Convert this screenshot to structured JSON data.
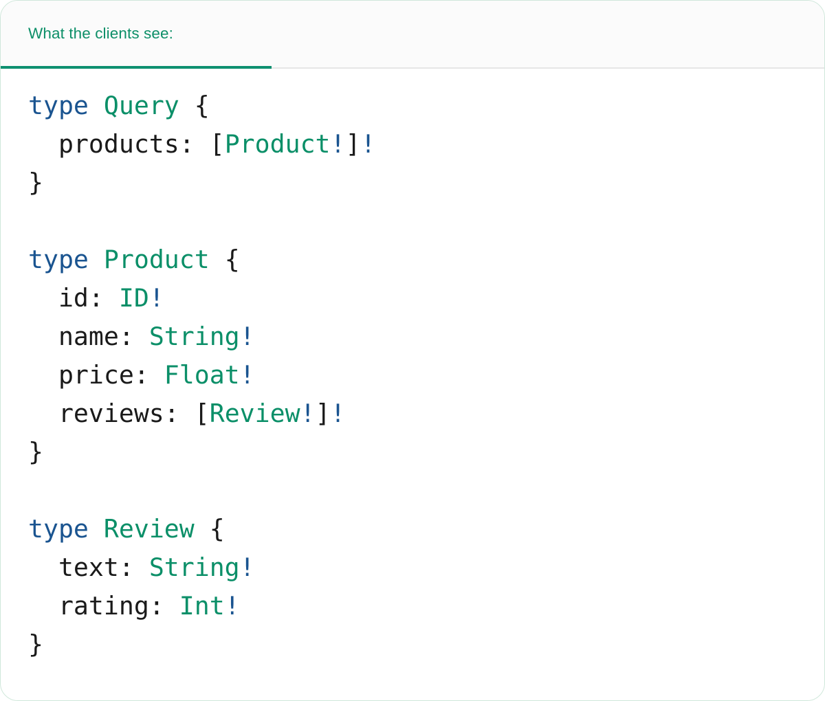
{
  "card": {
    "accent_color": "#0e9070",
    "border_color": "#cfe7da",
    "header_bg": "#fbfbfb",
    "body_bg": "#ffffff"
  },
  "header": {
    "active_tab": "What the clients see:",
    "tabs": [
      {
        "label": "What the clients see:",
        "active": true
      }
    ]
  },
  "code": {
    "language": "graphql",
    "colors": {
      "keyword": "#1a5490",
      "type": "#0b8f68",
      "punctuation": "#1a1a1a",
      "non_null_bang": "#1a5490",
      "field": "#1a1a1a"
    },
    "text": "type Query {\n  products: [Product!]!\n}\n\ntype Product {\n  id: ID!\n  name: String!\n  price: Float!\n  reviews: [Review!]!\n}\n\ntype Review {\n  text: String!\n  rating: Int!\n}",
    "lines": [
      {
        "tokens": [
          {
            "t": "type",
            "c": "kw"
          },
          {
            "t": " ",
            "c": "plain"
          },
          {
            "t": "Query",
            "c": "type"
          },
          {
            "t": " ",
            "c": "plain"
          },
          {
            "t": "{",
            "c": "punc"
          }
        ]
      },
      {
        "tokens": [
          {
            "t": "  ",
            "c": "plain"
          },
          {
            "t": "products",
            "c": "field"
          },
          {
            "t": ": ",
            "c": "punc"
          },
          {
            "t": "[",
            "c": "punc"
          },
          {
            "t": "Product",
            "c": "type"
          },
          {
            "t": "!",
            "c": "bang"
          },
          {
            "t": "]",
            "c": "punc"
          },
          {
            "t": "!",
            "c": "bang"
          }
        ]
      },
      {
        "tokens": [
          {
            "t": "}",
            "c": "punc"
          }
        ]
      },
      {
        "tokens": []
      },
      {
        "tokens": [
          {
            "t": "type",
            "c": "kw"
          },
          {
            "t": " ",
            "c": "plain"
          },
          {
            "t": "Product",
            "c": "type"
          },
          {
            "t": " ",
            "c": "plain"
          },
          {
            "t": "{",
            "c": "punc"
          }
        ]
      },
      {
        "tokens": [
          {
            "t": "  ",
            "c": "plain"
          },
          {
            "t": "id",
            "c": "field"
          },
          {
            "t": ": ",
            "c": "punc"
          },
          {
            "t": "ID",
            "c": "type"
          },
          {
            "t": "!",
            "c": "bang"
          }
        ]
      },
      {
        "tokens": [
          {
            "t": "  ",
            "c": "plain"
          },
          {
            "t": "name",
            "c": "field"
          },
          {
            "t": ": ",
            "c": "punc"
          },
          {
            "t": "String",
            "c": "type"
          },
          {
            "t": "!",
            "c": "bang"
          }
        ]
      },
      {
        "tokens": [
          {
            "t": "  ",
            "c": "plain"
          },
          {
            "t": "price",
            "c": "field"
          },
          {
            "t": ": ",
            "c": "punc"
          },
          {
            "t": "Float",
            "c": "type"
          },
          {
            "t": "!",
            "c": "bang"
          }
        ]
      },
      {
        "tokens": [
          {
            "t": "  ",
            "c": "plain"
          },
          {
            "t": "reviews",
            "c": "field"
          },
          {
            "t": ": ",
            "c": "punc"
          },
          {
            "t": "[",
            "c": "punc"
          },
          {
            "t": "Review",
            "c": "type"
          },
          {
            "t": "!",
            "c": "bang"
          },
          {
            "t": "]",
            "c": "punc"
          },
          {
            "t": "!",
            "c": "bang"
          }
        ]
      },
      {
        "tokens": [
          {
            "t": "}",
            "c": "punc"
          }
        ]
      },
      {
        "tokens": []
      },
      {
        "tokens": [
          {
            "t": "type",
            "c": "kw"
          },
          {
            "t": " ",
            "c": "plain"
          },
          {
            "t": "Review",
            "c": "type"
          },
          {
            "t": " ",
            "c": "plain"
          },
          {
            "t": "{",
            "c": "punc"
          }
        ]
      },
      {
        "tokens": [
          {
            "t": "  ",
            "c": "plain"
          },
          {
            "t": "text",
            "c": "field"
          },
          {
            "t": ": ",
            "c": "punc"
          },
          {
            "t": "String",
            "c": "type"
          },
          {
            "t": "!",
            "c": "bang"
          }
        ]
      },
      {
        "tokens": [
          {
            "t": "  ",
            "c": "plain"
          },
          {
            "t": "rating",
            "c": "field"
          },
          {
            "t": ": ",
            "c": "punc"
          },
          {
            "t": "Int",
            "c": "type"
          },
          {
            "t": "!",
            "c": "bang"
          }
        ]
      },
      {
        "tokens": [
          {
            "t": "}",
            "c": "punc"
          }
        ]
      }
    ]
  }
}
